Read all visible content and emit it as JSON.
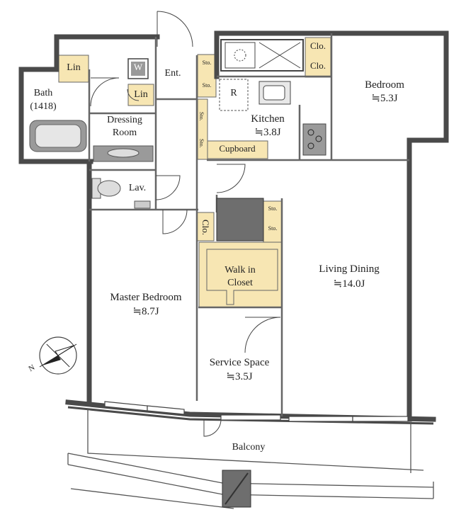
{
  "rooms": {
    "bedroom": {
      "name": "Bedroom",
      "size": "≒5.3J"
    },
    "kitchen": {
      "name": "Kitchen",
      "size": "≒3.8J"
    },
    "living_dining": {
      "name": "Living Dining",
      "size": "≒14.0J"
    },
    "master_bedroom": {
      "name": "Master Bedroom",
      "size": "≒8.7J"
    },
    "service_space": {
      "name": "Service Space",
      "size": "≒3.5J"
    },
    "bath": {
      "name": "Bath",
      "size": "(1418)"
    },
    "dressing_room": {
      "line1": "Dressing",
      "line2": "Room"
    },
    "entrance": "Ent.",
    "lavatory": "Lav.",
    "balcony": "Balcony",
    "walk_in_closet": {
      "line1": "Walk in",
      "line2": "Closet"
    }
  },
  "storage": {
    "lin_1": "Lin",
    "lin_2": "Lin",
    "washer": "W",
    "refrigerator": "R",
    "cupboard": "Cupboard",
    "clo_bedroom_top": "Clo.",
    "clo_bedroom_bottom": "Clo.",
    "clo_master": "Clo.",
    "sto_ent_1": "Sto.",
    "sto_ent_2": "Sto.",
    "sto_hall_1": "Sto.",
    "sto_hall_2": "Sto.",
    "sto_ld_1": "Sto.",
    "sto_ld_2": "Sto."
  },
  "compass": {
    "north": "N"
  },
  "colors": {
    "wall": "#4a4a4a",
    "storage_fill": "#f7e6b3",
    "fixture_fill": "#9a9a9a",
    "pipe_shaft": "#6e6e6e"
  }
}
